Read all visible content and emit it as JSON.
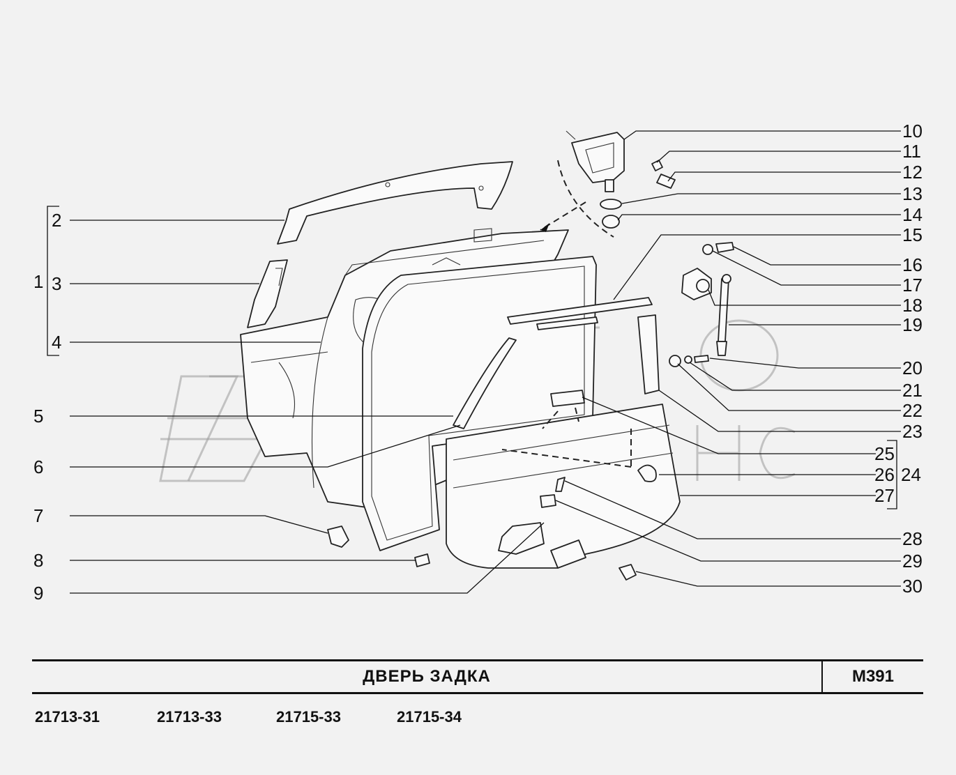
{
  "title": "ДВЕРЬ   ЗАДКА",
  "code": "М391",
  "models": [
    "21713-31",
    "21713-33",
    "21715-33",
    "21715-34"
  ],
  "callouts": {
    "n1": "1",
    "n2": "2",
    "n3": "3",
    "n4": "4",
    "n5": "5",
    "n6": "6",
    "n7": "7",
    "n8": "8",
    "n9": "9",
    "n10": "10",
    "n11": "11",
    "n12": "12",
    "n13": "13",
    "n14": "14",
    "n15": "15",
    "n16": "16",
    "n17": "17",
    "n18": "18",
    "n19": "19",
    "n20": "20",
    "n21": "21",
    "n22": "22",
    "n23": "23",
    "n24": "24",
    "n25": "25",
    "n26": "26",
    "n27": "27",
    "n28": "28",
    "n29": "29",
    "n30": "30"
  },
  "watermark": "АВТО АЛЬЯНС",
  "colors": {
    "line": "#111111",
    "background": "#f2f2f2",
    "watermark": "#9a9a9a"
  }
}
